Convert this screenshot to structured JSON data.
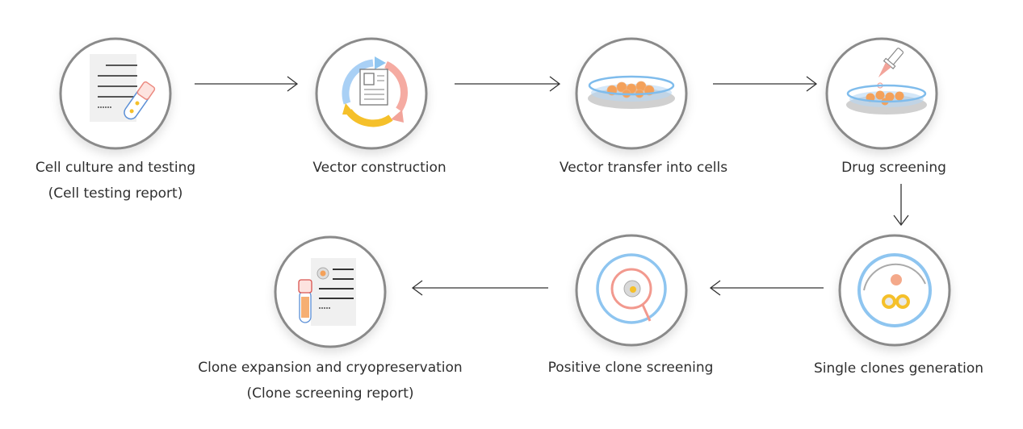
{
  "steps": [
    {
      "title": "Cell culture and testing",
      "subtitle": "(Cell testing report)"
    },
    {
      "title": "Vector construction"
    },
    {
      "title": "Vector transfer into cells"
    },
    {
      "title": "Drug screening"
    },
    {
      "title": "Single clones generation"
    },
    {
      "title": "Positive clone screening"
    },
    {
      "title": "Clone expansion and cryopreservation",
      "subtitle": "(Clone screening report)"
    }
  ],
  "colors": {
    "ring": "#8a8a8a",
    "blue": "#8ec5f0",
    "pink": "#f2a49a",
    "yellow": "#f5c02a",
    "orange": "#f4a15a",
    "arrow": "#333333"
  }
}
